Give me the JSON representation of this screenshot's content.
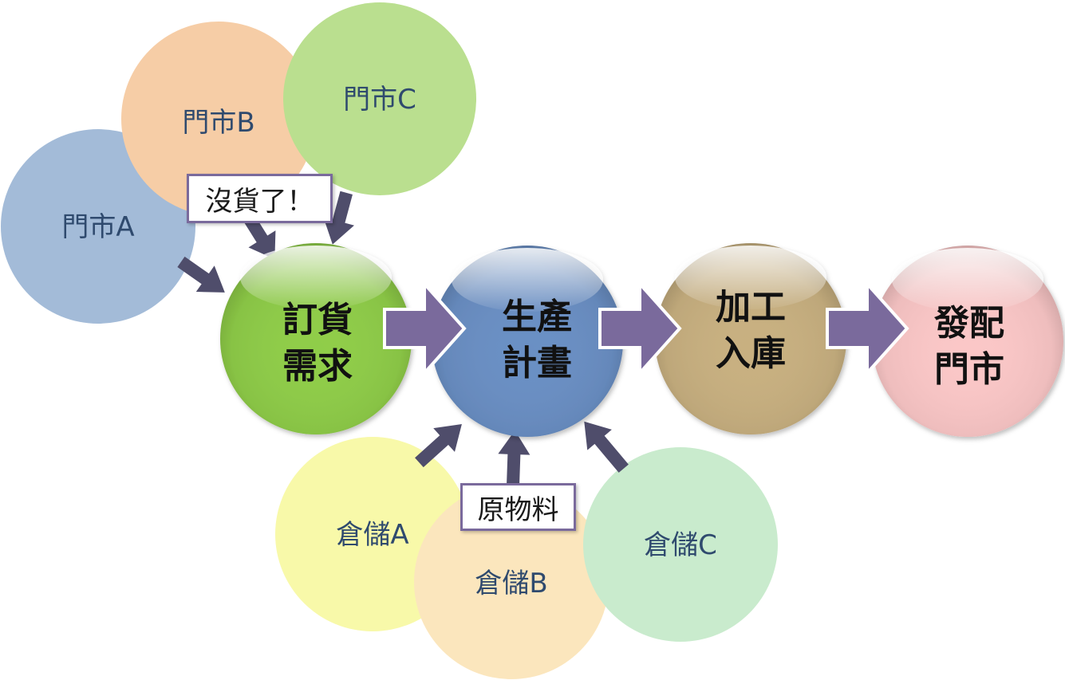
{
  "stores": {
    "a": {
      "label": "門市A",
      "color": "#a3bbd8"
    },
    "b": {
      "label": "門市B",
      "color": "#f6cda6"
    },
    "c": {
      "label": "門市C",
      "color": "#badf8f"
    }
  },
  "warehouses": {
    "a": {
      "label": "倉儲A",
      "color": "#f8f9a9"
    },
    "b": {
      "label": "倉儲B",
      "color": "#fbe6bd"
    },
    "c": {
      "label": "倉儲C",
      "color": "#c9ebcd"
    }
  },
  "steps": [
    {
      "line1": "訂貨",
      "line2": "需求",
      "color": "#8fcd48"
    },
    {
      "line1": "生產",
      "line2": "計畫",
      "color": "#6a8fc4"
    },
    {
      "line1": "加工",
      "line2": "入庫",
      "color": "#c8b080"
    },
    {
      "line1": "發配",
      "line2": "門市",
      "color": "#fbc7c7"
    }
  ],
  "callouts": {
    "out_of_stock": "沒貨了！",
    "raw_material": "原物料"
  },
  "colors": {
    "small_arrow": "#4f4d6b",
    "block_arrow": "#7a6a9c",
    "label_text": "#2f4a6e",
    "step_text": "#111111"
  }
}
